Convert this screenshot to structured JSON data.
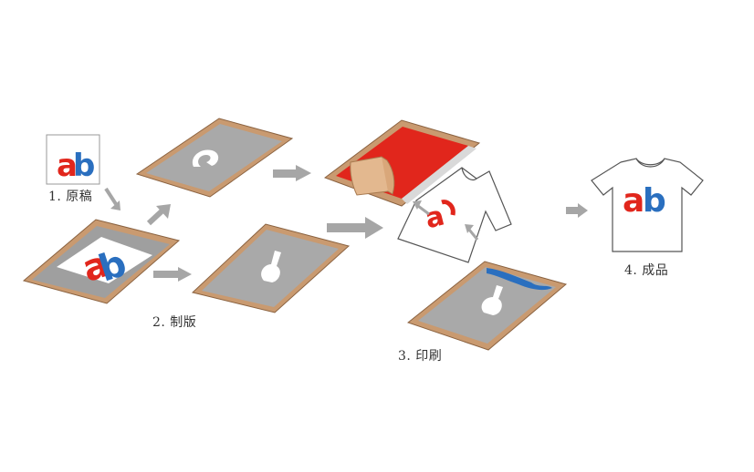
{
  "steps": {
    "step1": {
      "label": "1. 原稿"
    },
    "step2": {
      "label": "2. 制版"
    },
    "step3": {
      "label": "3. 印刷"
    },
    "step4": {
      "label": "4. 成品"
    }
  },
  "logo": {
    "letter_a": "a",
    "letter_b": "b"
  },
  "colors": {
    "frame": "#b8845a",
    "frame_light": "#c99a70",
    "mesh": "#a9a9a9",
    "mesh_dark": "#9a9a9a",
    "ink_red": "#e1261c",
    "ink_blue": "#2a6fbf",
    "squeegee": "#e3b88f",
    "arrow": "#a6a6a6",
    "stencil": "#ffffff"
  },
  "icons": [
    "arrow-right-icon",
    "squeegee-icon",
    "tshirt-icon",
    "screen-frame-icon"
  ]
}
